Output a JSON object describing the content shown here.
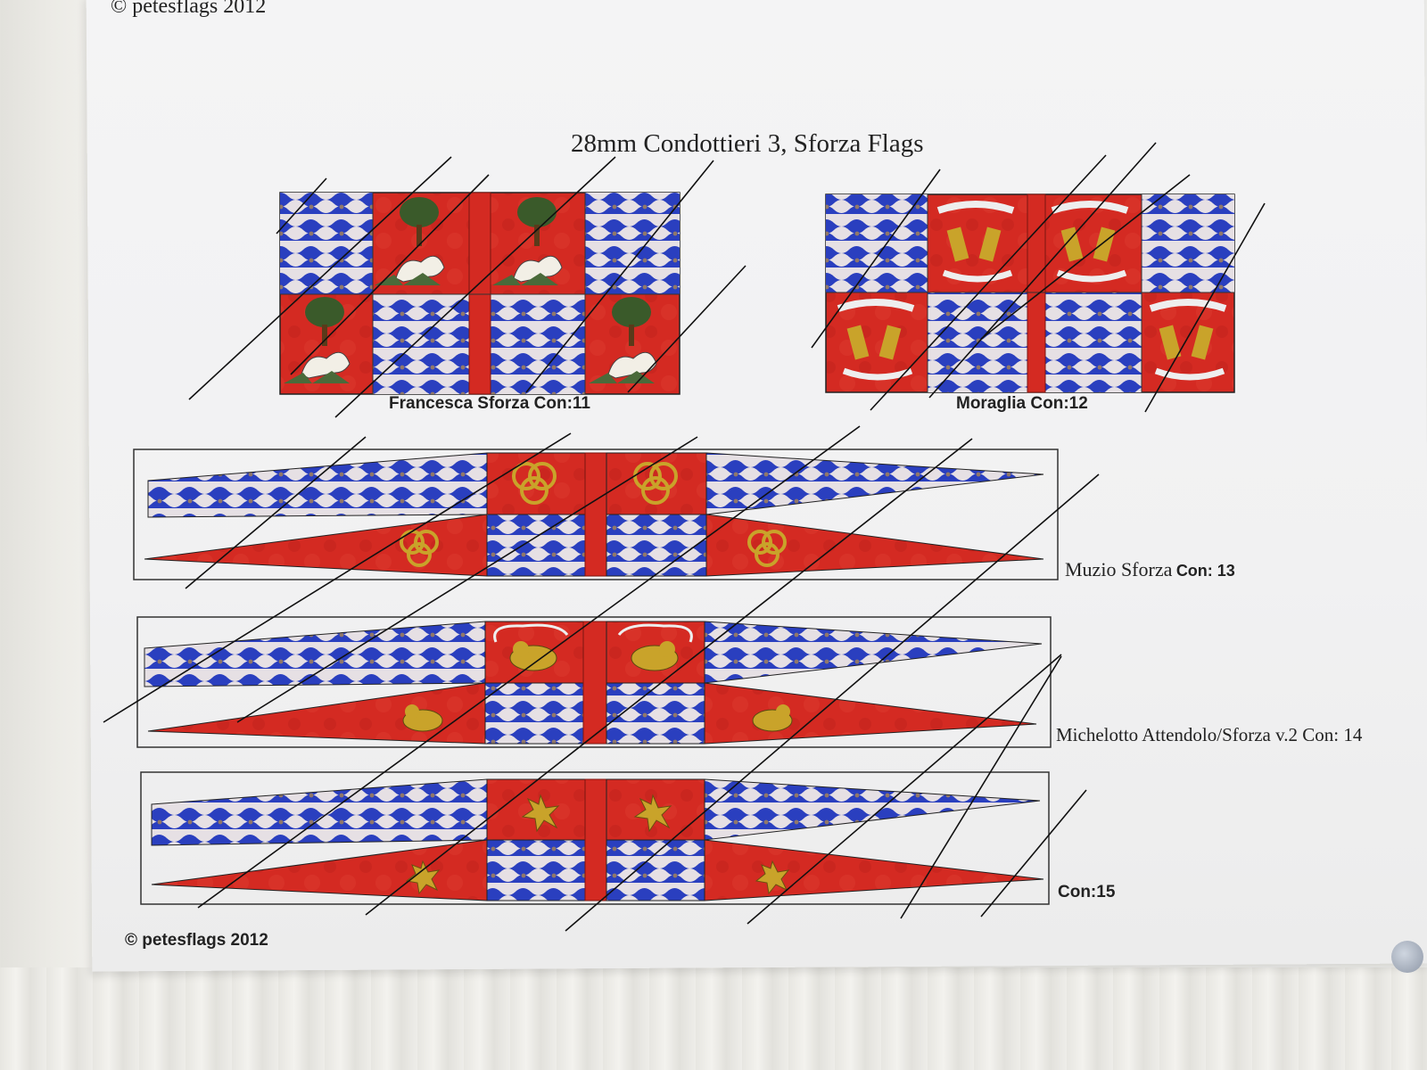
{
  "header": {
    "copyright_top": "© petesflags 2012"
  },
  "sheet": {
    "title": "28mm Condottieri 3, Sforza Flags",
    "copyright_bottom": "© petesflags 2012"
  },
  "flags": [
    {
      "label": "Francesca Sforza Con:11"
    },
    {
      "label": "Moraglia Con:12"
    },
    {
      "label_name": "Muzio Sforza",
      "label_con": "Con: 13"
    },
    {
      "label": "Michelotto Attendolo/Sforza v.2 Con: 14"
    },
    {
      "label": "Con:15"
    }
  ],
  "colors": {
    "heraldic_red": "#d42a22",
    "heraldic_blue": "#2a3fbf",
    "wave_white": "#e8e4e8",
    "gold": "#c9a32a",
    "ink": "#111111"
  }
}
